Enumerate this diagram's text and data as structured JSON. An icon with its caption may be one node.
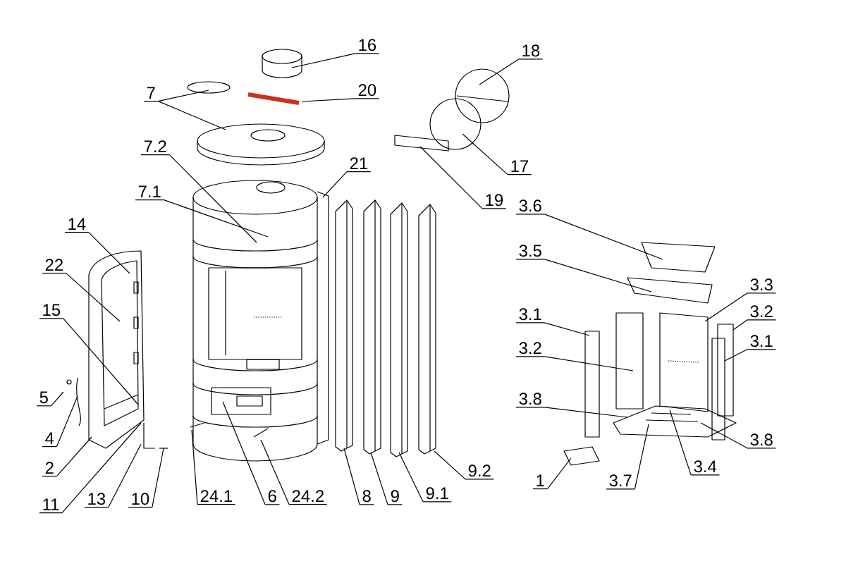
{
  "diagram": {
    "nodes": [
      {
        "text": [
          "16"
        ]
      },
      {
        "text": [
          "20"
        ]
      },
      {
        "text": [
          "7"
        ]
      },
      {
        "text": [
          "7.2"
        ]
      },
      {
        "text": [
          "7.1"
        ]
      },
      {
        "text": [
          "21"
        ]
      },
      {
        "text": [
          "18"
        ]
      },
      {
        "text": [
          "17"
        ]
      },
      {
        "text": [
          "19"
        ]
      },
      {
        "text": [
          "3.6"
        ]
      },
      {
        "text": [
          "14"
        ]
      },
      {
        "text": [
          "3.5"
        ]
      },
      {
        "text": [
          "22"
        ]
      },
      {
        "text": [
          "3.3"
        ]
      },
      {
        "text": [
          "3.2"
        ]
      },
      {
        "text": [
          "15"
        ]
      },
      {
        "text": [
          "3.1"
        ]
      },
      {
        "text": [
          "3.1"
        ]
      },
      {
        "text": [
          "3.2"
        ]
      },
      {
        "text": [
          "5"
        ]
      },
      {
        "text": [
          "3.8"
        ]
      },
      {
        "text": [
          "4"
        ]
      },
      {
        "text": [
          "3.8"
        ]
      },
      {
        "text": [
          "2"
        ]
      },
      {
        "text": [
          "9.2"
        ]
      },
      {
        "text": [
          "3.4"
        ]
      },
      {
        "text": [
          "3.7"
        ]
      },
      {
        "text": [
          "1"
        ]
      },
      {
        "text": [
          "8"
        ]
      },
      {
        "text": [
          "9"
        ]
      },
      {
        "text": [
          "9.1"
        ]
      },
      {
        "text": [
          "24.1"
        ]
      },
      {
        "text": [
          "6"
        ]
      },
      {
        "text": [
          "24.2"
        ]
      },
      {
        "text": [
          "11"
        ]
      },
      {
        "text": [
          "13"
        ]
      },
      {
        "text": [
          "10"
        ]
      }
    ],
    "edges": [
      {
        "from": 0,
        "to": null,
        "arrow": "none"
      },
      {
        "from": 1,
        "to": null,
        "arrow": "none"
      },
      {
        "from": 2,
        "to": null,
        "arrow": "none"
      },
      {
        "from": 2,
        "to": null,
        "arrow": "none"
      },
      {
        "from": 3,
        "to": null,
        "arrow": "none"
      },
      {
        "from": 4,
        "to": null,
        "arrow": "none"
      },
      {
        "from": 5,
        "to": null,
        "arrow": "none"
      },
      {
        "from": 6,
        "to": null,
        "arrow": "none"
      },
      {
        "from": 7,
        "to": null,
        "arrow": "none"
      },
      {
        "from": 8,
        "to": null,
        "arrow": "none"
      },
      {
        "from": 9,
        "to": null,
        "arrow": "none"
      },
      {
        "from": 10,
        "to": null,
        "arrow": "none"
      },
      {
        "from": 11,
        "to": null,
        "arrow": "none"
      },
      {
        "from": 12,
        "to": null,
        "arrow": "none"
      },
      {
        "from": 13,
        "to": null,
        "arrow": "none"
      },
      {
        "from": 14,
        "to": null,
        "arrow": "none"
      },
      {
        "from": 15,
        "to": null,
        "arrow": "none"
      },
      {
        "from": 16,
        "to": null,
        "arrow": "none"
      },
      {
        "from": 17,
        "to": null,
        "arrow": "none"
      },
      {
        "from": 18,
        "to": null,
        "arrow": "none"
      },
      {
        "from": 19,
        "to": null,
        "arrow": "none"
      },
      {
        "from": 20,
        "to": null,
        "arrow": "none"
      },
      {
        "from": 21,
        "to": null,
        "arrow": "none"
      },
      {
        "from": 22,
        "to": null,
        "arrow": "none"
      },
      {
        "from": 23,
        "to": null,
        "arrow": "none"
      },
      {
        "from": 24,
        "to": null,
        "arrow": "none"
      },
      {
        "from": 25,
        "to": null,
        "arrow": "none"
      },
      {
        "from": 26,
        "to": null,
        "arrow": "none"
      },
      {
        "from": 27,
        "to": null,
        "arrow": "none"
      },
      {
        "from": 28,
        "to": null,
        "arrow": "none"
      },
      {
        "from": 29,
        "to": null,
        "arrow": "none"
      },
      {
        "from": 30,
        "to": null,
        "arrow": "none"
      },
      {
        "from": 31,
        "to": null,
        "arrow": "none"
      },
      {
        "from": 32,
        "to": null,
        "arrow": "none"
      },
      {
        "from": 33,
        "to": null,
        "arrow": "none"
      },
      {
        "from": 34,
        "to": null,
        "arrow": "none"
      },
      {
        "from": 35,
        "to": null,
        "arrow": "none"
      },
      {
        "from": 36,
        "to": null,
        "arrow": "none"
      }
    ]
  }
}
